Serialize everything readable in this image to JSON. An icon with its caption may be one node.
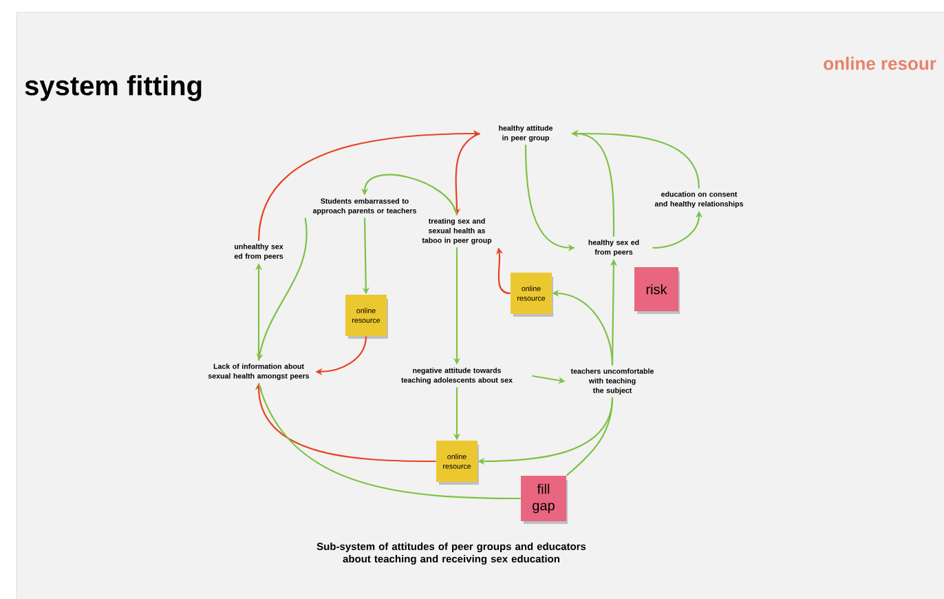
{
  "diagram": {
    "caption": "Sub-system of attitudes of peer groups and educators about teaching and receiving sex education",
    "nodes": [
      {
        "text": [
          "healthy attitude in peer group"
        ]
      },
      {
        "text": [
          "Students embarrassed to approach parents or teachers"
        ]
      },
      {
        "text": [
          "treating sex and sexual health as taboo in peer group"
        ]
      },
      {
        "text": [
          "unhealthy sex ed from peers"
        ]
      },
      {
        "text": [
          "education on consent and healthy relationships"
        ]
      },
      {
        "text": [
          "healthy sex ed from peers"
        ]
      },
      {
        "text": [
          "online resource"
        ]
      },
      {
        "text": [
          "risk"
        ]
      },
      {
        "text": [
          "online resource"
        ]
      },
      {
        "text": [
          "Lack of information about sexual health amongst peers"
        ]
      },
      {
        "text": [
          "negative attitude towards teaching adolescents about sex"
        ]
      },
      {
        "text": [
          "teachers uncomfortable with teaching the subject"
        ]
      },
      {
        "text": [
          "online resource"
        ]
      },
      {
        "text": [
          "fill gap"
        ]
      }
    ],
    "edges": [
      {
        "from": 3,
        "to": 0,
        "arrow": "to",
        "color": "#e8411f"
      },
      {
        "from": 0,
        "to": 2,
        "arrow": "to",
        "color": "#e8411f"
      },
      {
        "from": 2,
        "to": 1,
        "arrow": "to"
      },
      {
        "from": 1,
        "to": 8,
        "arrow": "to"
      },
      {
        "from": 1,
        "to": 9,
        "arrow": "to"
      },
      {
        "from": 9,
        "to": 3,
        "arrow": "to"
      },
      {
        "from": 8,
        "to": 9,
        "arrow": "to",
        "color": "#e8411f"
      },
      {
        "from": 0,
        "to": 5,
        "arrow": "to"
      },
      {
        "from": 5,
        "to": 0,
        "arrow": "to"
      },
      {
        "from": 4,
        "to": 0,
        "arrow": "to"
      },
      {
        "from": 5,
        "to": 4,
        "arrow": "to"
      },
      {
        "from": 6,
        "to": 2,
        "arrow": "to",
        "color": "#e8411f"
      },
      {
        "from": 11,
        "to": 6,
        "arrow": "to"
      },
      {
        "from": 11,
        "to": 5,
        "arrow": "to"
      },
      {
        "from": 2,
        "to": 10,
        "arrow": "to"
      },
      {
        "from": 10,
        "to": 11,
        "arrow": "to"
      },
      {
        "from": 10,
        "to": 12,
        "arrow": "to"
      },
      {
        "from": 11,
        "to": 12,
        "arrow": "to"
      },
      {
        "from": 12,
        "to": 9,
        "arrow": "to",
        "color": "#e8411f"
      },
      {
        "from": 11,
        "to": 13,
        "arrow": "none"
      },
      {
        "from": 13,
        "to": 9,
        "arrow": "none"
      }
    ],
    "labels": [
      "system fitting",
      "online resour"
    ]
  }
}
